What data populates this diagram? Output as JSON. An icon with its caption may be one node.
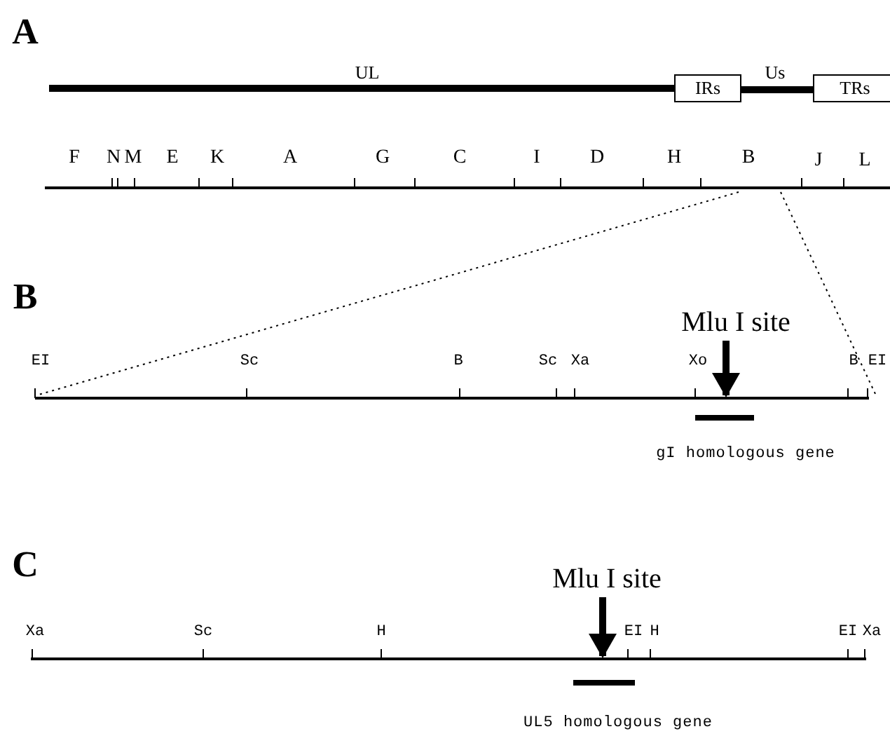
{
  "diagram": {
    "nodes": [
      {
        "text": [
          "IRs"
        ]
      },
      {
        "text": [
          "TRs"
        ]
      },
      {
        "text": [
          "Mlu I site"
        ]
      },
      {
        "text": [
          "Mlu I site"
        ]
      }
    ],
    "edges": [
      {
        "from": 2,
        "to": null,
        "arrow": "to"
      },
      {
        "from": 3,
        "to": null,
        "arrow": "to"
      },
      {
        "from": 0,
        "to": 1,
        "arrow": "none"
      }
    ],
    "labels": [
      "A",
      "UL",
      "Us",
      "F",
      "N",
      "M",
      "E",
      "K",
      "A",
      "G",
      "C",
      "I",
      "D",
      "H",
      "B",
      "J",
      "L",
      "B",
      "EI",
      "Sc",
      "B",
      "Sc",
      "Xa",
      "Xo",
      "B",
      "EI",
      "gI homologous gene",
      "C",
      "Xa",
      "Sc",
      "H",
      "EI",
      "H",
      "EI",
      "Xa",
      "UL5 homologous gene"
    ]
  }
}
